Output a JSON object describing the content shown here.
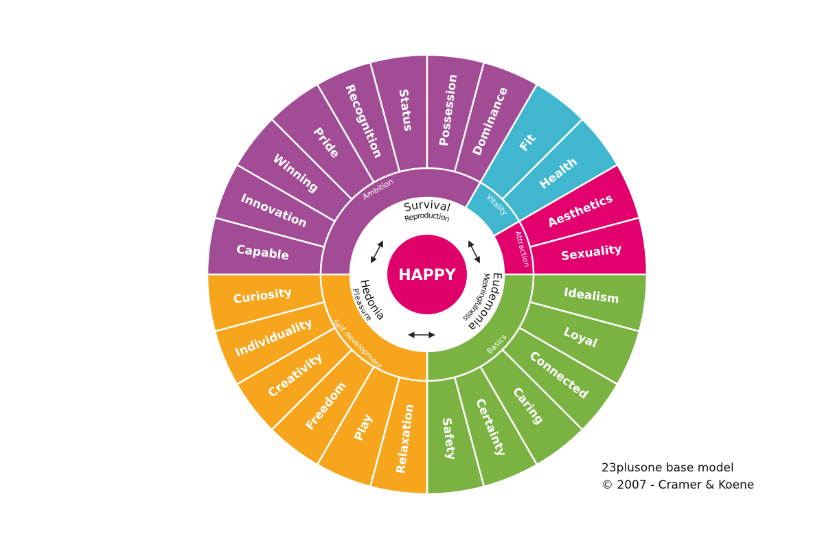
{
  "colors": {
    "ambition": "#a24c95",
    "vitality": "#40b7cf",
    "attraction": "#e1006c",
    "basics": "#7ab342",
    "self_development": "#f7a51c",
    "core": "#e0006a"
  },
  "core": {
    "label": "HAPPY"
  },
  "drives": {
    "survival": {
      "title": "Survival",
      "subtitle": "Reproduction"
    },
    "eudemonia": {
      "title": "Eudemonia",
      "subtitle": "Meaningfulness"
    },
    "hedonia": {
      "title": "Hedonia",
      "subtitle": "Pleasure"
    }
  },
  "groups": [
    {
      "key": "ambition",
      "label": "Ambition",
      "segments": [
        "Capable",
        "Innovation",
        "Winning",
        "Pride",
        "Recognition",
        "Status",
        "Possession",
        "Dominance"
      ]
    },
    {
      "key": "vitality",
      "label": "Vitality",
      "segments": [
        "Fit",
        "Health"
      ]
    },
    {
      "key": "attraction",
      "label": "Attraction",
      "segments": [
        "Aesthetics",
        "Sexuality"
      ]
    },
    {
      "key": "basics",
      "label": "Basics",
      "segments": [
        "Idealism",
        "Loyal",
        "Connected",
        "Caring",
        "Certainty",
        "Safety"
      ]
    },
    {
      "key": "self_development",
      "label": "Self development",
      "segments": [
        "Relaxation",
        "Play",
        "Freedom",
        "Creativity",
        "Individuality",
        "Curiosity"
      ]
    }
  ],
  "caption": {
    "line1": "23plusone base model",
    "line2": "© 2007 - Cramer & Koene"
  }
}
